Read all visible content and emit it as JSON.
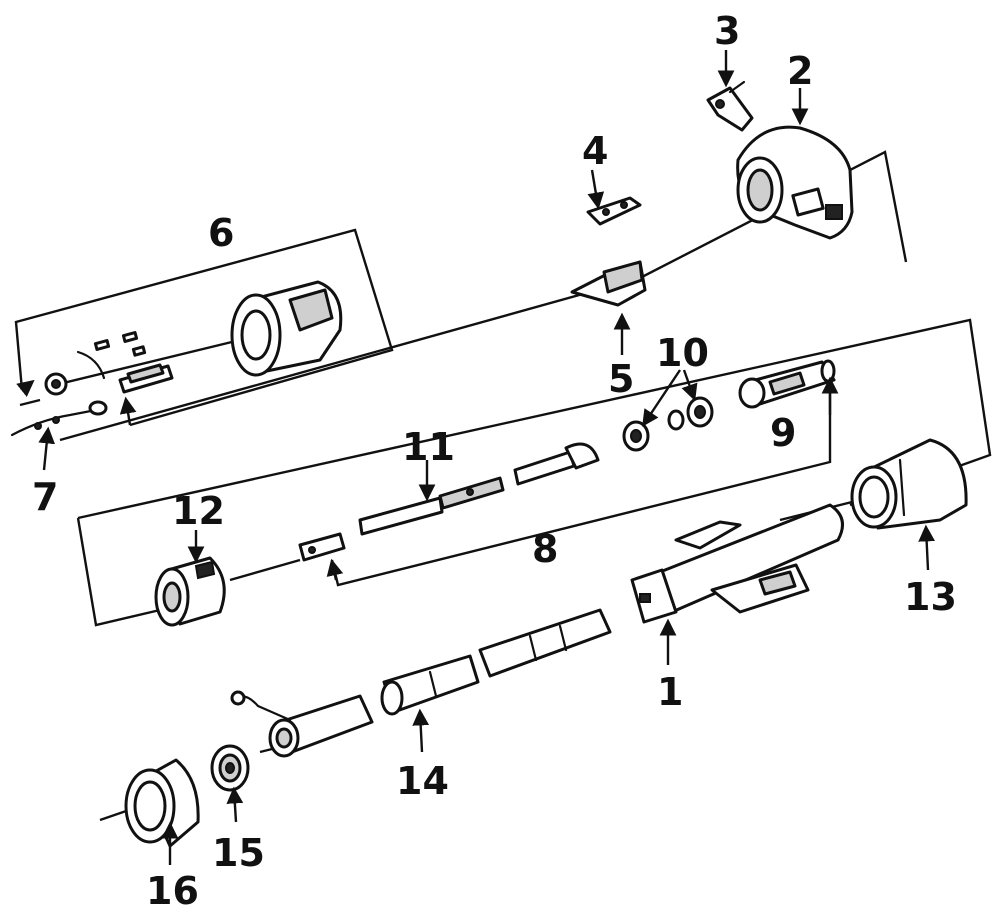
{
  "diagram": {
    "callouts": [
      {
        "id": "c1",
        "text": "1"
      },
      {
        "id": "c2",
        "text": "2"
      },
      {
        "id": "c3",
        "text": "3"
      },
      {
        "id": "c4",
        "text": "4"
      },
      {
        "id": "c5",
        "text": "5"
      },
      {
        "id": "c6",
        "text": "6"
      },
      {
        "id": "c7",
        "text": "7"
      },
      {
        "id": "c8",
        "text": "8"
      },
      {
        "id": "c9",
        "text": "9"
      },
      {
        "id": "c10",
        "text": "10"
      },
      {
        "id": "c11",
        "text": "11"
      },
      {
        "id": "c12",
        "text": "12"
      },
      {
        "id": "c13",
        "text": "13"
      },
      {
        "id": "c14",
        "text": "14"
      },
      {
        "id": "c15",
        "text": "15"
      },
      {
        "id": "c16",
        "text": "16"
      }
    ],
    "colors": {
      "ink": "#111111",
      "background": "#ffffff",
      "shade": "#cfcfcf"
    }
  }
}
